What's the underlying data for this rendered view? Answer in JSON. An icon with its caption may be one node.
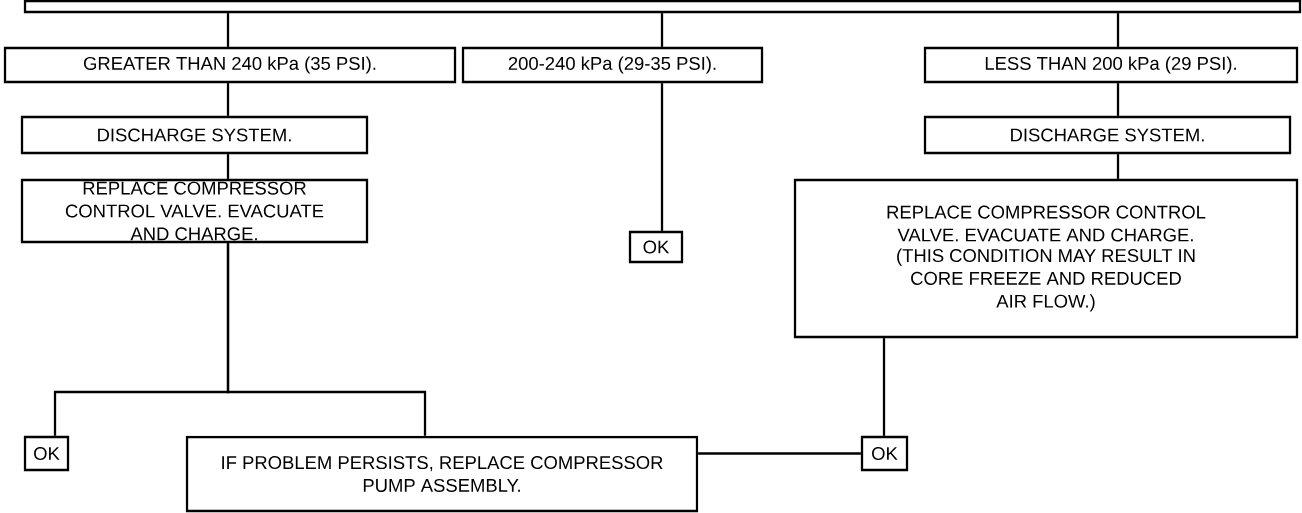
{
  "diagram": {
    "nodes": [
      {
        "text": [],
        "shape": "box"
      },
      {
        "text": [
          "GREATER THAN 240 kPa (35 PSI)."
        ]
      },
      {
        "text": [
          "200-240 kPa (29-35 PSI)."
        ]
      },
      {
        "text": [
          "LESS THAN 200 kPa (29 PSI)."
        ]
      },
      {
        "text": [
          "DISCHARGE SYSTEM."
        ]
      },
      {
        "text": [
          "DISCHARGE SYSTEM."
        ]
      },
      {
        "text": [
          "REPLACE COMPRESSOR CONTROL VALVE. EVACUATE AND CHARGE."
        ]
      },
      {
        "text": [
          "OK"
        ]
      },
      {
        "text": [
          "REPLACE COMPRESSOR CONTROL VALVE. EVACUATE AND CHARGE.",
          "(THIS CONDITION MAY RESULT IN CORE FREEZE AND REDUCED AIR FLOW.)"
        ]
      },
      {
        "text": [
          "OK"
        ]
      },
      {
        "text": [
          "IF PROBLEM PERSISTS, REPLACE COMPRESSOR PUMP ASSEMBLY."
        ]
      },
      {
        "text": [
          "OK"
        ]
      }
    ],
    "edges": [
      {
        "from": 0,
        "to": 1,
        "arrow": "none"
      },
      {
        "from": 0,
        "to": 2,
        "arrow": "none"
      },
      {
        "from": 0,
        "to": 3,
        "arrow": "none"
      },
      {
        "from": 1,
        "to": 4,
        "arrow": "none"
      },
      {
        "from": 4,
        "to": 6,
        "arrow": "none"
      },
      {
        "from": 2,
        "to": 7,
        "arrow": "none"
      },
      {
        "from": 3,
        "to": 5,
        "arrow": "none"
      },
      {
        "from": 5,
        "to": 8,
        "arrow": "none"
      },
      {
        "from": 6,
        "to": 9,
        "arrow": "none"
      },
      {
        "from": 6,
        "to": 10,
        "arrow": "none"
      },
      {
        "from": 8,
        "to": 11,
        "arrow": "none"
      },
      {
        "from": 10,
        "to": 11,
        "arrow": "none"
      }
    ]
  }
}
